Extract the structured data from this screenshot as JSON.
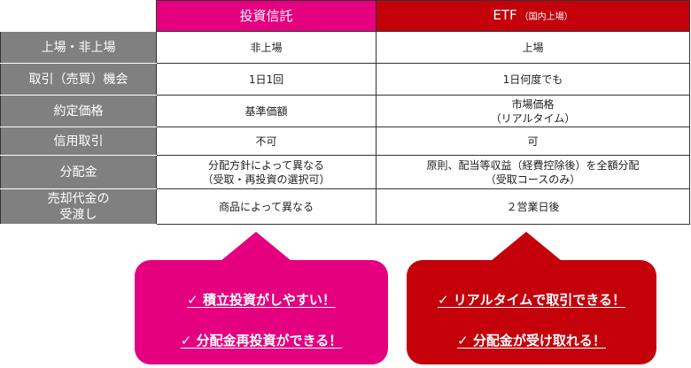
{
  "columns": {
    "trust": "投資信託",
    "etf": "ETF",
    "etf_note": "（国内上場）"
  },
  "rows": [
    {
      "label": [
        "上場・非上場"
      ],
      "trust": [
        "非上場"
      ],
      "etf": [
        "上場"
      ]
    },
    {
      "label": [
        "取引（売買）機会"
      ],
      "trust": [
        "1日1回"
      ],
      "etf": [
        "1日何度でも"
      ]
    },
    {
      "label": [
        "約定価格"
      ],
      "trust": [
        "基準価額"
      ],
      "etf": [
        "市場価格",
        "（リアルタイム）"
      ]
    },
    {
      "label": [
        "信用取引"
      ],
      "trust": [
        "不可"
      ],
      "etf": [
        "可"
      ]
    },
    {
      "label": [
        "分配金"
      ],
      "trust": [
        "分配方針によって異なる",
        "（受取・再投資の選択可）"
      ],
      "etf": [
        "原則、配当等収益（経費控除後）を全額分配",
        "（受取コースのみ）"
      ]
    },
    {
      "label": [
        "売却代金の",
        "受渡し"
      ],
      "trust": [
        "商品によって異なる"
      ],
      "etf": [
        "２営業日後"
      ]
    }
  ],
  "callouts": {
    "trust": {
      "points": [
        "✓ 積立投資がしやすい！",
        "✓ 分配金再投資ができる！"
      ],
      "color": "#e4007f"
    },
    "etf": {
      "points": [
        "✓ リアルタイムで取引できる！",
        "✓ 分配金が受け取れる！"
      ],
      "color": "#c4000b"
    }
  },
  "colors": {
    "label_bg": "#808080",
    "trust": "#e4007f",
    "etf": "#c4000b"
  }
}
